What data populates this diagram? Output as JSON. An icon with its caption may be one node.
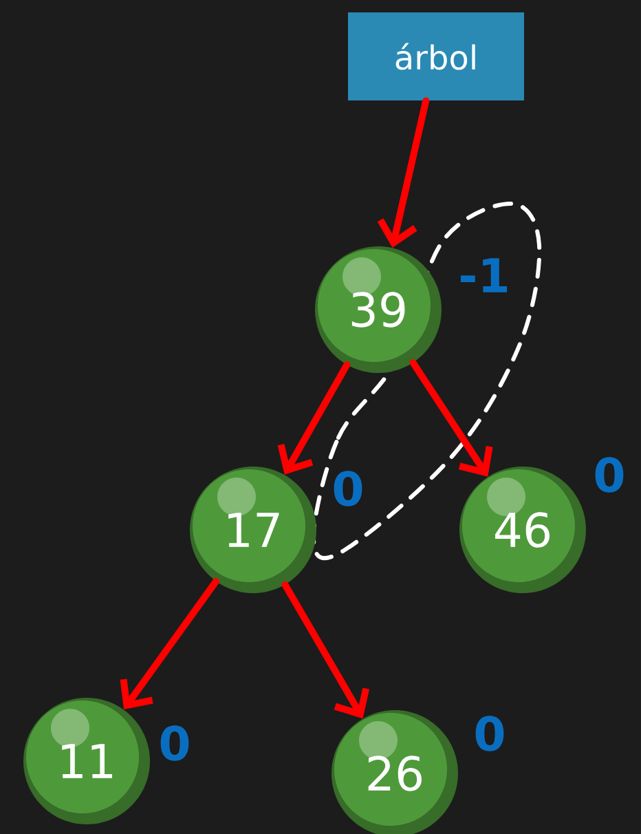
{
  "diagram": {
    "nodes": [
      {
        "text": [
          "árbol"
        ]
      },
      {
        "text": [
          "39"
        ],
        "beside": [
          "-1"
        ]
      },
      {
        "text": [
          "17"
        ],
        "beside": [
          "0"
        ]
      },
      {
        "text": [
          "46"
        ],
        "beside": [
          "0"
        ]
      },
      {
        "text": [
          "11"
        ],
        "beside": [
          "0"
        ]
      },
      {
        "text": [
          "26"
        ],
        "beside": [
          "0"
        ]
      }
    ],
    "edges": [
      {
        "from": 0,
        "to": 1,
        "arrow": "to"
      },
      {
        "from": 1,
        "to": 2,
        "arrow": "to"
      },
      {
        "from": 1,
        "to": 3,
        "arrow": "to"
      },
      {
        "from": 2,
        "to": 4,
        "arrow": "to"
      },
      {
        "from": 2,
        "to": 5,
        "arrow": "to"
      }
    ]
  }
}
